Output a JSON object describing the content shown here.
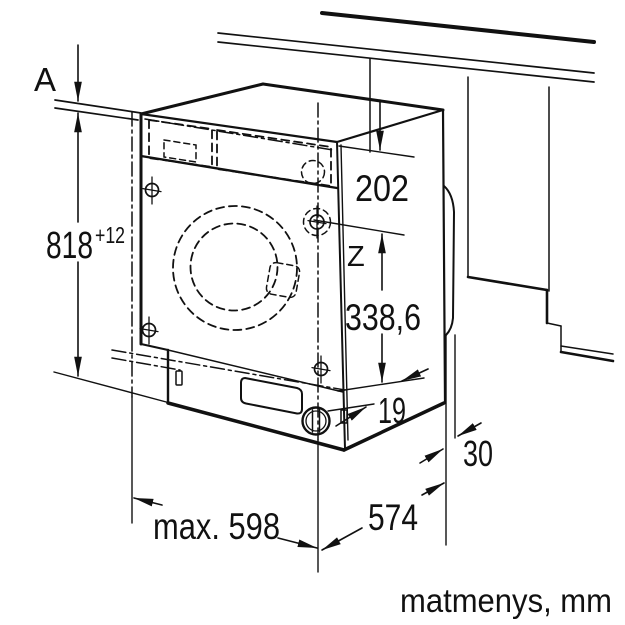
{
  "diagram": {
    "type": "installation-drawing",
    "caption": "matmenys, mm",
    "labels": {
      "gap_top": "A",
      "height": "818",
      "height_tolerance": "+12",
      "top_clearance": "202",
      "z_point": "Z",
      "axis_height": "338,6",
      "door_protrusion": "19",
      "panel_gap": "30",
      "depth": "574",
      "width": "max. 598"
    },
    "colors": {
      "line": "#111111",
      "background": "#ffffff"
    }
  }
}
